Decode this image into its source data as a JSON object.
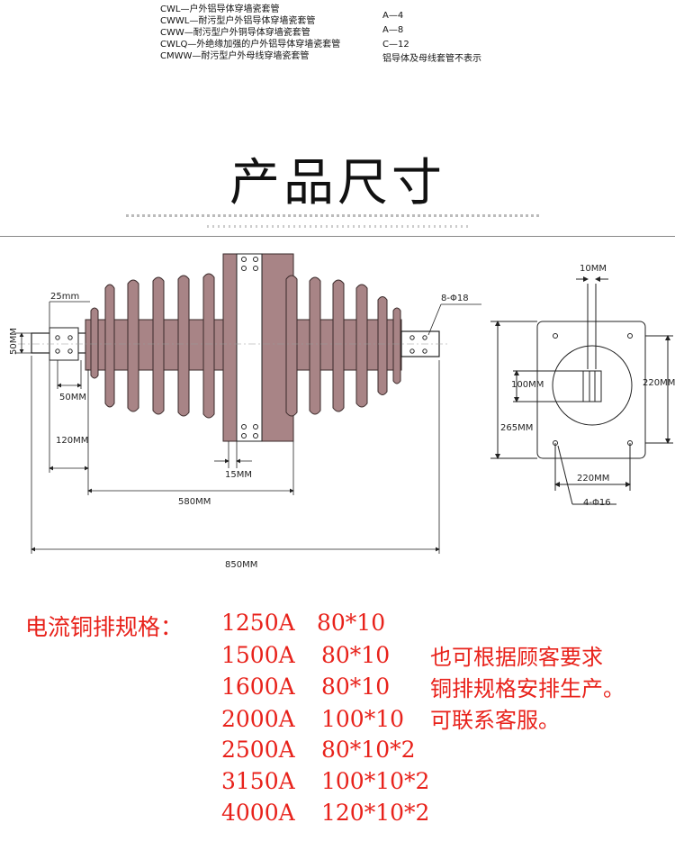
{
  "legend_left": [
    "CWL—户外铝导体穿墙瓷套管",
    "CWWL—耐污型户外铝导体穿墙瓷套管",
    "CWW—耐污型户外铜导体穿墙瓷套管",
    "CWLQ—外绝缘加强的户外铝导体穿墙瓷套管",
    "CMWW—耐污型户外母线穿墙瓷套管"
  ],
  "legend_right": [
    "A—4",
    "A—8",
    "C—12",
    "铝导体及母线套管不表示"
  ],
  "title": "产品尺寸",
  "dimensions": {
    "d25": "25mm",
    "d50v": "50MM",
    "d50": "50MM",
    "d120": "120MM",
    "d15": "15MM",
    "d580": "580MM",
    "d850": "850MM",
    "holes8": "8-Φ18",
    "d10": "10MM",
    "d100": "100MM",
    "d220v": "220MM",
    "d265": "265MM",
    "d220h": "220MM",
    "holes4": "4-Φ16"
  },
  "spec_label": "电流铜排规格：",
  "specs": [
    {
      "current": "1250A",
      "size": "80*10"
    },
    {
      "current": "1500A",
      "size": "80*10"
    },
    {
      "current": "1600A",
      "size": "80*10"
    },
    {
      "current": "2000A",
      "size": "100*10"
    },
    {
      "current": "2500A",
      "size": "80*10*2"
    },
    {
      "current": "3150A",
      "size": "100*10*2"
    },
    {
      "current": "4000A",
      "size": "120*10*2"
    }
  ],
  "note_lines": [
    "也可根据顾客要求",
    "铜排规格安排生产。",
    "可联系客服。"
  ],
  "colors": {
    "insulator": "#a88486",
    "spec_text": "#e8221b"
  }
}
